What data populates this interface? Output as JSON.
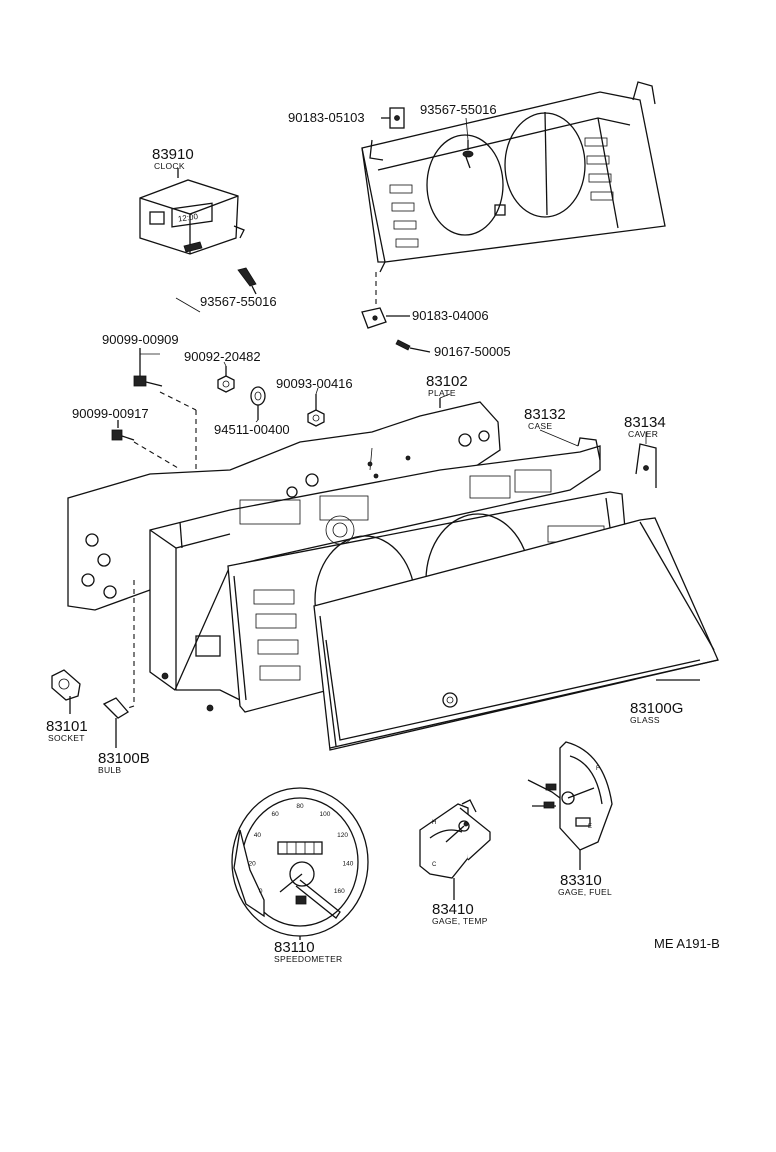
{
  "labels": {
    "p90183_05103": "90183-05103",
    "p93567_55016_top": "93567-55016",
    "p83910": "83910",
    "clock": "CLOCK",
    "p93567_55016": "93567-55016",
    "p90183_04006": "90183-04006",
    "p90167_50005": "90167-50005",
    "p90099_00909": "90099-00909",
    "p90092_20482": "90092-20482",
    "p90093_00416": "90093-00416",
    "p94511_00400": "94511-00400",
    "p90099_00917": "90099-00917",
    "p83102": "83102",
    "plate": "PLATE",
    "p83132": "83132",
    "case": "CASE",
    "p83134": "83134",
    "caver": "CAVER",
    "p83101": "83101",
    "socket": "SOCKET",
    "p83100B": "83100B",
    "bulb": "BULB",
    "p83100G": "83100G",
    "glass": "GLASS",
    "p83410": "83410",
    "gage_temp": "GAGE, TEMP",
    "p83310": "83310",
    "gage_fuel": "GAGE, FUEL",
    "p83110": "83110",
    "speedometer": "SPEEDOMETER",
    "diagram_code": "ME A191-B"
  },
  "speedo_ticks": [
    "0",
    "20",
    "40",
    "60",
    "80",
    "100",
    "120",
    "140",
    "160"
  ],
  "temp_marks": [
    "H",
    "C"
  ],
  "fuel_marks": [
    "F",
    "E"
  ]
}
